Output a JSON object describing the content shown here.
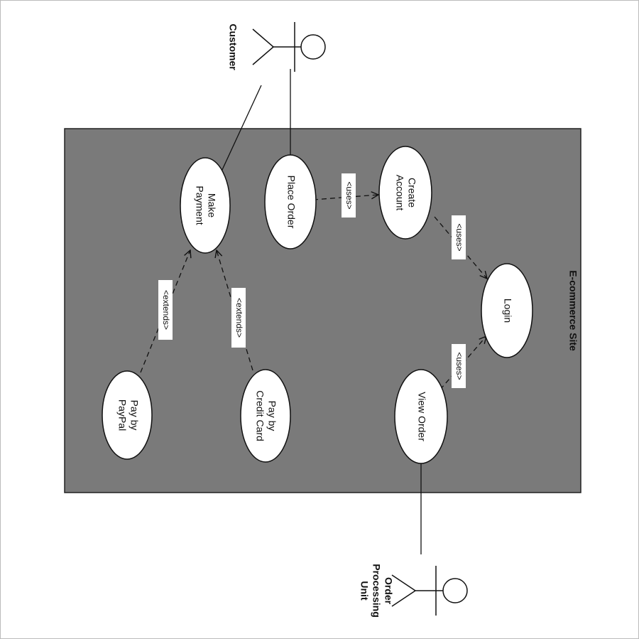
{
  "system": {
    "name": "E-commerce Site"
  },
  "actors": {
    "customer": "Customer",
    "order_processing": [
      "Order",
      "Processing",
      "Unit"
    ]
  },
  "use_cases": {
    "make_payment": [
      "Make",
      "Payment"
    ],
    "place_order": [
      "Place Order"
    ],
    "create_account": [
      "Create",
      "Account"
    ],
    "login": [
      "Login"
    ],
    "view_order": [
      "View Order"
    ],
    "pay_credit": [
      "Pay by",
      "Credit Card"
    ],
    "pay_paypal": [
      "Pay by",
      "PayPal"
    ]
  },
  "relations": {
    "uses_1": "<uses>",
    "uses_2": "<uses>",
    "uses_3": "<uses>",
    "extends_1": "<extends>",
    "extends_2": "<extends>"
  },
  "colors": {
    "system_fill": "#7a7a7a",
    "ellipse_fill": "#ffffff",
    "line": "#111111"
  }
}
